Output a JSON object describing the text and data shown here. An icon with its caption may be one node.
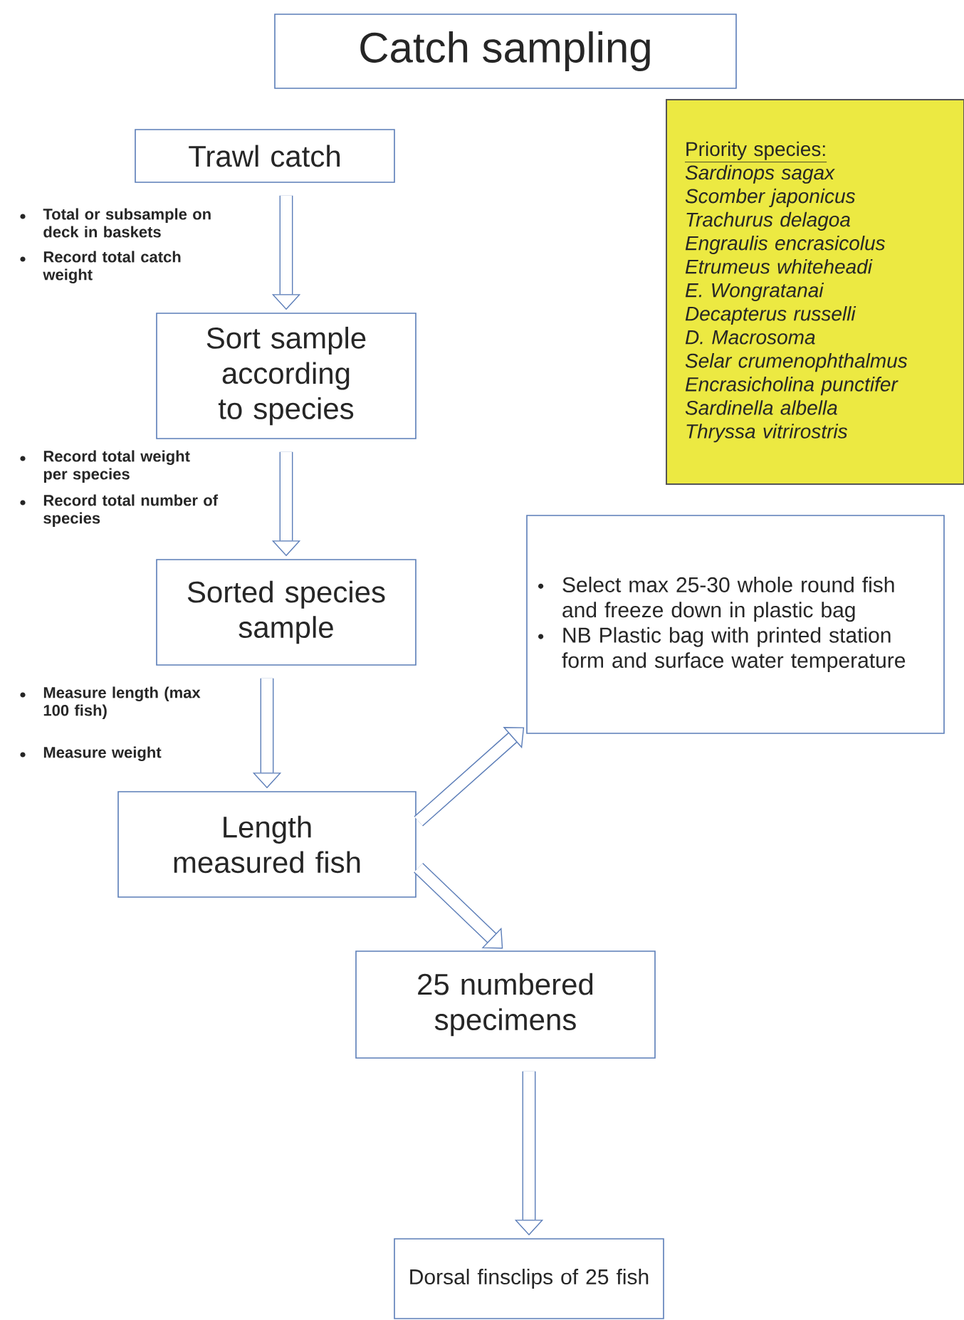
{
  "diagram": {
    "title": "Catch sampling",
    "nodes": [
      {
        "text": [
          "Trawl catch"
        ]
      },
      {
        "text": [
          "Sort sample according to species"
        ]
      },
      {
        "text": [
          "Sorted species sample"
        ]
      },
      {
        "text": [
          "Length measured fish"
        ]
      },
      {
        "text": [
          "Select max 25-30 whole round fish and freeze down in plastic bag",
          "NB Plastic bag with printed station form and surface water temperature"
        ]
      },
      {
        "text": [
          "25 numbered specimens"
        ]
      },
      {
        "text": [
          "Dorsal finsclips of 25 fish"
        ]
      },
      {
        "text": [
          "Priority species:",
          "Sardinops sagax",
          "Scomber japonicus",
          "Trachurus delagoa",
          "Engraulis encrasicolus",
          "Etrumeus whiteheadi",
          "E. Wongratanai",
          "Decapterus russelli",
          "D. Macrosoma",
          "Selar crumenophthalmus",
          "Encrasicholina punctifer",
          "Sardinella albella",
          "Thryssa vitrirostris"
        ]
      }
    ],
    "edges": [
      {
        "from": 0,
        "to": 1,
        "arrow": "to"
      },
      {
        "from": 1,
        "to": 2,
        "arrow": "to"
      },
      {
        "from": 2,
        "to": 3,
        "arrow": "to"
      },
      {
        "from": 3,
        "to": 4,
        "arrow": "to"
      },
      {
        "from": 3,
        "to": 5,
        "arrow": "to"
      },
      {
        "from": 5,
        "to": 6,
        "arrow": "to"
      }
    ],
    "labels": [
      "Total or subsample on deck in baskets",
      "Record total catch weight",
      "Record total weight per species",
      "Record total number of species",
      "Measure length (max 100 fish)",
      "Measure weight"
    ]
  }
}
